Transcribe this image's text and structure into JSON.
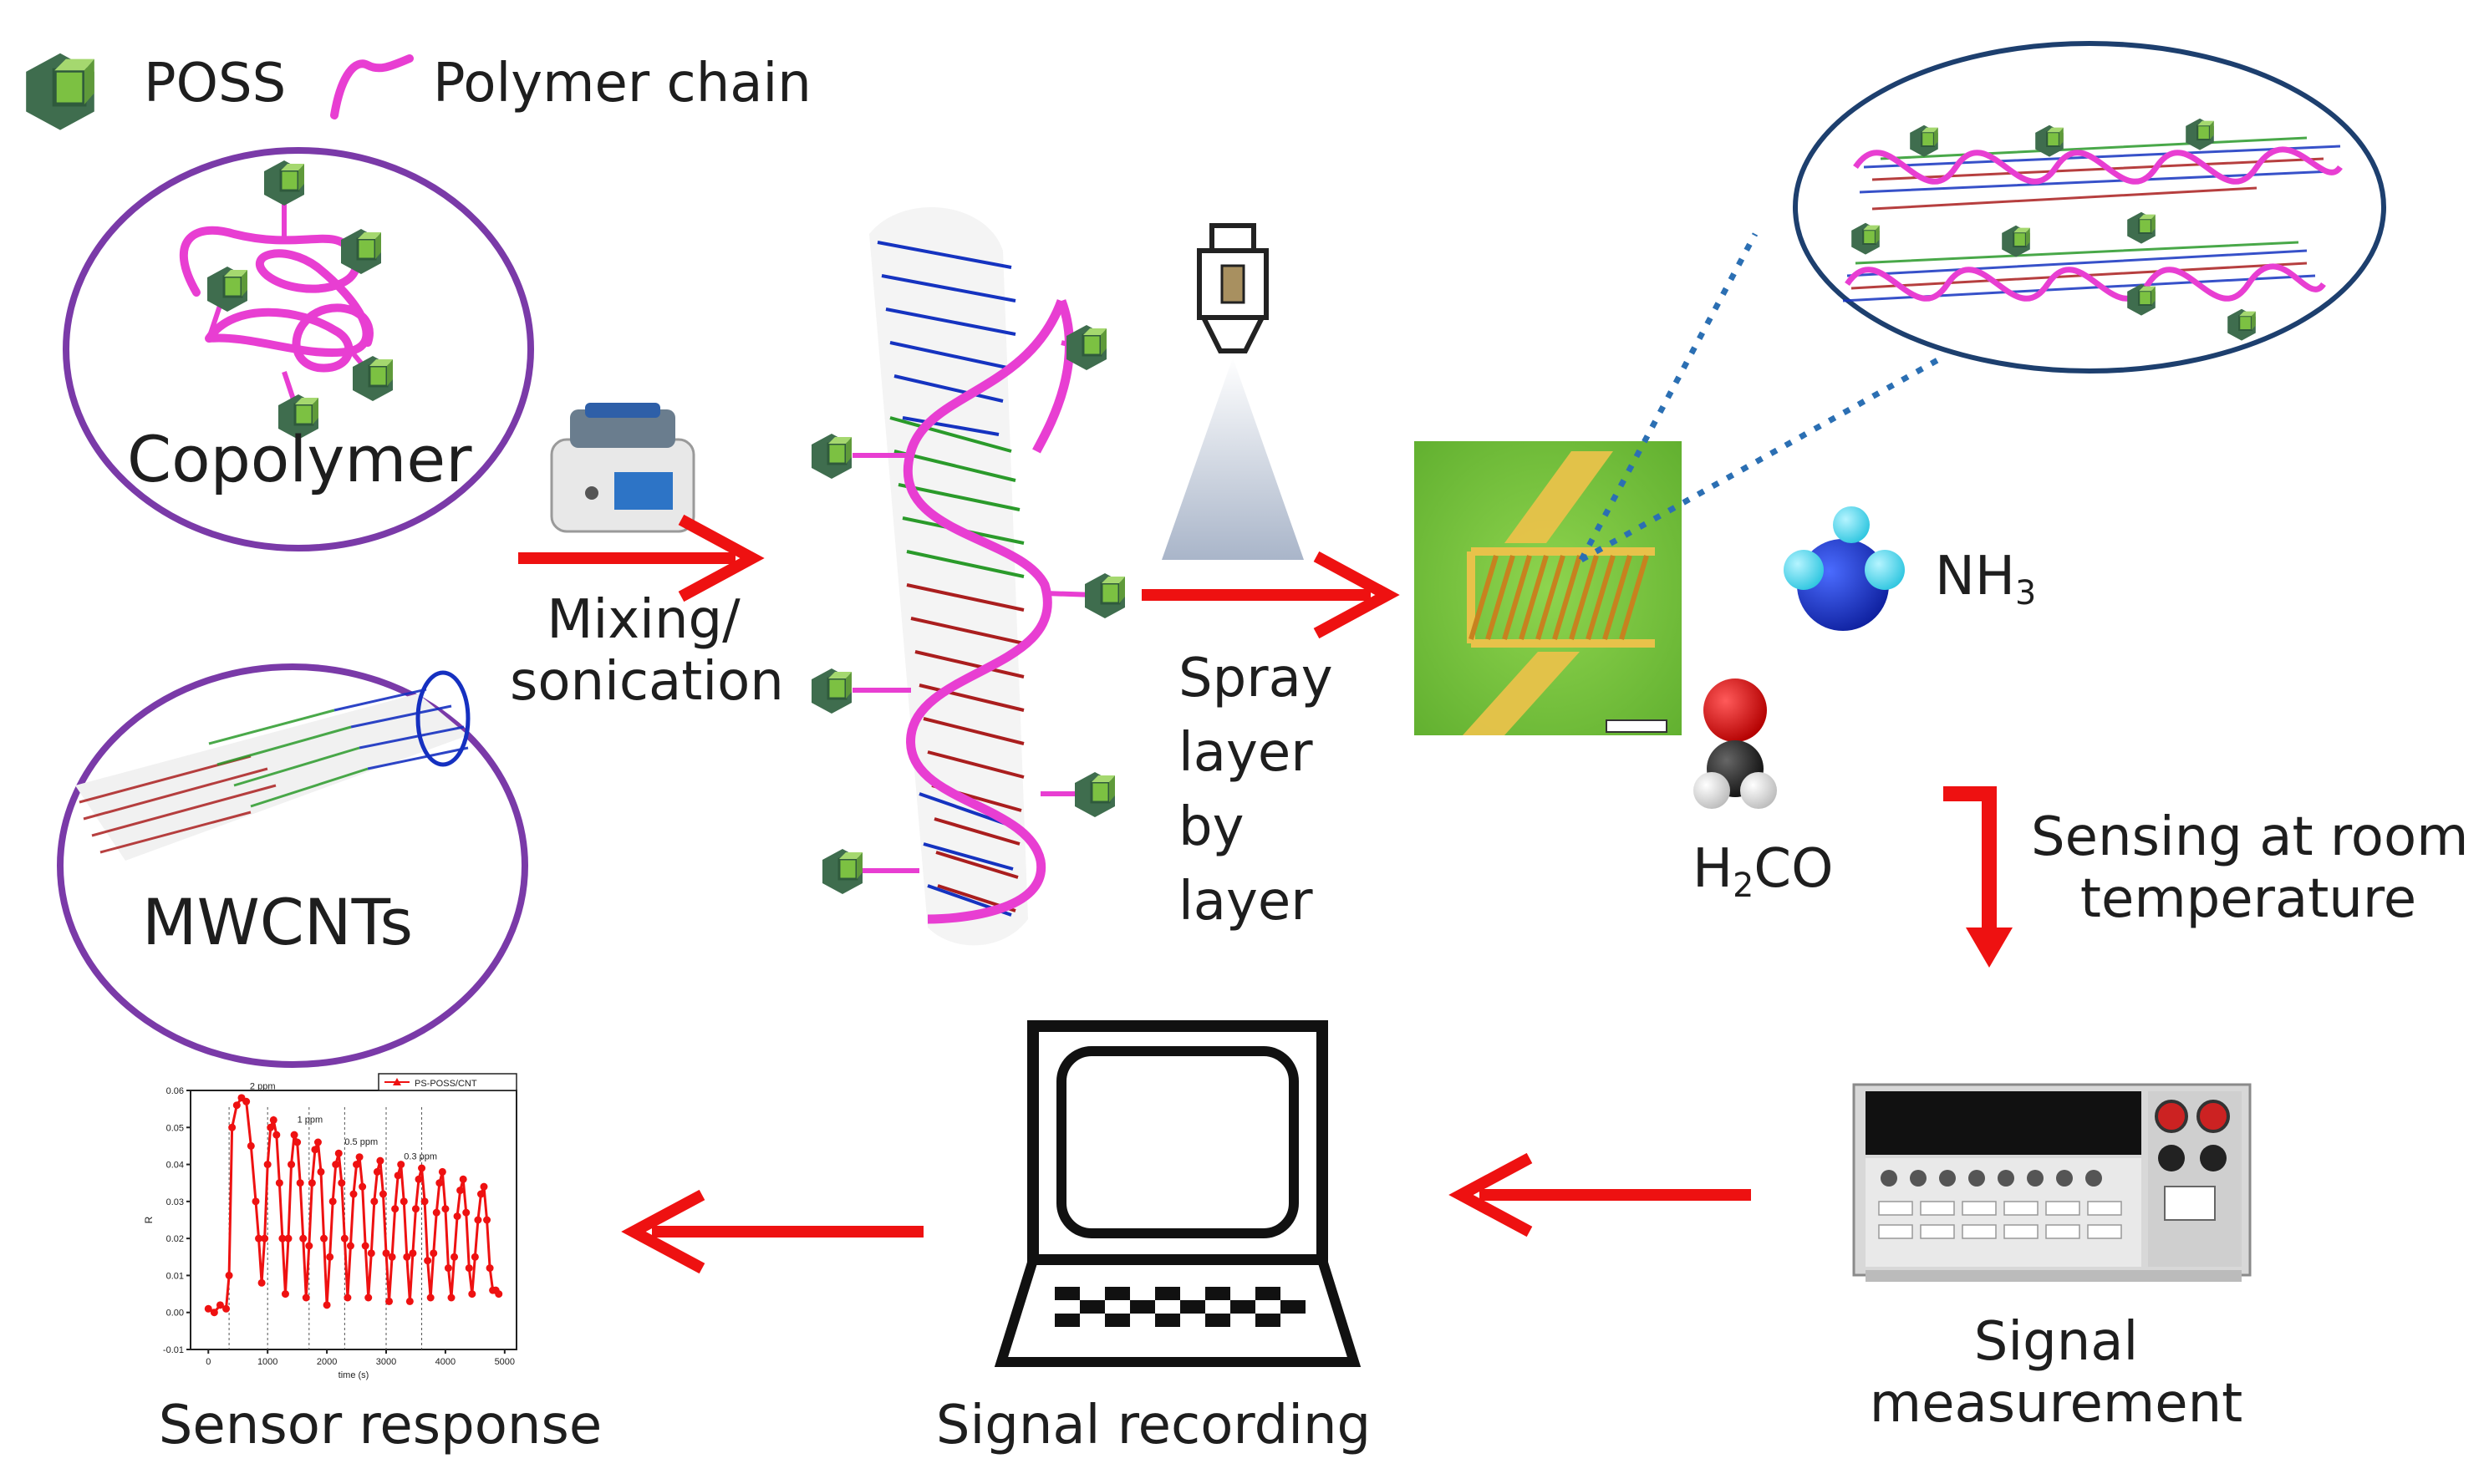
{
  "legend": {
    "poss_label": "POSS",
    "polymer_label": "Polymer chain"
  },
  "labels": {
    "copolymer": "Copolymer",
    "mwcnts": "MWCNTs",
    "mixing_line1": "Mixing/",
    "mixing_line2": "sonication",
    "spray_line1": "Spray",
    "spray_line2": "layer",
    "spray_line3": "by",
    "spray_line4": "layer",
    "nh3_base": "NH",
    "nh3_sub": "3",
    "h2co_h": "H",
    "h2co_sub": "2",
    "h2co_rest": "CO",
    "sensing_line1": "Sensing at room",
    "sensing_line2": "temperature",
    "signal_meas_line1": "Signal",
    "signal_meas_line2": "measurement",
    "signal_recording": "Signal recording",
    "sensor_response": "Sensor response"
  },
  "colors": {
    "arrow": "#ee1111",
    "poss": "#7cc142",
    "polymer": "#e83ed2",
    "circle_border": "#7a3aa8",
    "chip_bg": "#7ac943",
    "electrode": "#e8c24a",
    "nh3_n": "#1f3fd6",
    "nh3_h": "#4fd9ef"
  },
  "chart_data": {
    "type": "scatter",
    "title": "",
    "xlabel": "time (s)",
    "ylabel": "R",
    "legend": [
      "PS-POSS/CNT"
    ],
    "x_ticks": [
      "0",
      "1000",
      "2000",
      "3000",
      "4000",
      "5000"
    ],
    "y_ticks": [
      "-0.01",
      "0.00",
      "0.01",
      "0.02",
      "0.03",
      "0.04",
      "0.05",
      "0.06"
    ],
    "annotations": [
      "2 ppm",
      "1 ppm",
      "0.5 ppm",
      "0.3 ppm"
    ],
    "xlim": [
      -300,
      5200
    ],
    "ylim": [
      -0.01,
      0.06
    ],
    "series": [
      {
        "name": "PS-POSS/CNT",
        "x": [
          0,
          100,
          200,
          300,
          350,
          400,
          480,
          560,
          640,
          720,
          800,
          850,
          900,
          950,
          1000,
          1050,
          1100,
          1150,
          1200,
          1250,
          1300,
          1350,
          1400,
          1450,
          1500,
          1550,
          1600,
          1650,
          1700,
          1750,
          1800,
          1850,
          1900,
          1950,
          2000,
          2050,
          2100,
          2150,
          2200,
          2250,
          2300,
          2350,
          2400,
          2450,
          2500,
          2550,
          2600,
          2650,
          2700,
          2750,
          2800,
          2850,
          2900,
          2950,
          3000,
          3050,
          3100,
          3150,
          3200,
          3250,
          3300,
          3350,
          3400,
          3450,
          3500,
          3550,
          3600,
          3650,
          3700,
          3750,
          3800,
          3850,
          3900,
          3950,
          4000,
          4050,
          4100,
          4150,
          4200,
          4250,
          4300,
          4350,
          4400,
          4450,
          4500,
          4550,
          4600,
          4650,
          4700,
          4750,
          4800,
          4850,
          4900
        ],
        "y": [
          0.001,
          0.0,
          0.002,
          0.001,
          0.01,
          0.05,
          0.056,
          0.058,
          0.057,
          0.045,
          0.03,
          0.02,
          0.008,
          0.02,
          0.04,
          0.05,
          0.052,
          0.048,
          0.035,
          0.02,
          0.005,
          0.02,
          0.04,
          0.048,
          0.046,
          0.035,
          0.02,
          0.004,
          0.018,
          0.035,
          0.044,
          0.046,
          0.038,
          0.02,
          0.002,
          0.015,
          0.03,
          0.04,
          0.043,
          0.035,
          0.02,
          0.004,
          0.018,
          0.032,
          0.04,
          0.042,
          0.034,
          0.018,
          0.004,
          0.016,
          0.03,
          0.038,
          0.041,
          0.032,
          0.016,
          0.003,
          0.015,
          0.028,
          0.037,
          0.04,
          0.03,
          0.015,
          0.003,
          0.016,
          0.028,
          0.036,
          0.039,
          0.03,
          0.014,
          0.004,
          0.016,
          0.027,
          0.035,
          0.038,
          0.028,
          0.012,
          0.004,
          0.015,
          0.026,
          0.033,
          0.036,
          0.027,
          0.012,
          0.005,
          0.015,
          0.025,
          0.032,
          0.034,
          0.025,
          0.012,
          0.006,
          0.006,
          0.005
        ]
      }
    ]
  }
}
